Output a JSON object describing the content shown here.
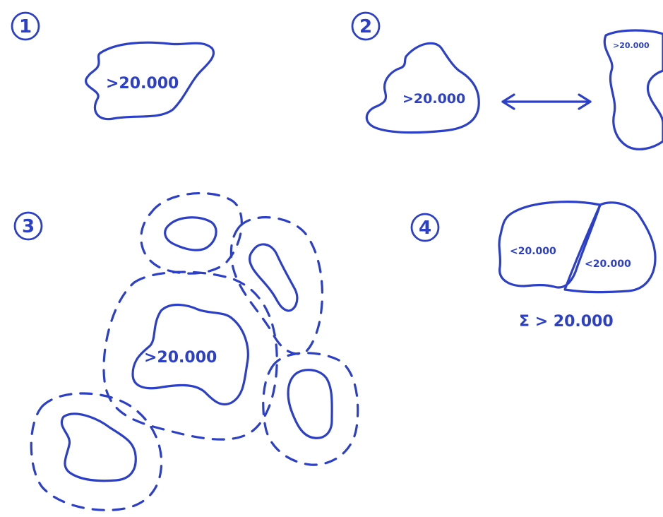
{
  "scenarios": [
    {
      "number": "1",
      "regions": [
        {
          "label": ">20.000"
        }
      ]
    },
    {
      "number": "2",
      "regions": [
        {
          "label": ">20.000"
        },
        {
          "label": ">20.000"
        }
      ],
      "connector": "double-arrow"
    },
    {
      "number": "3",
      "regions": [
        {
          "label": ""
        },
        {
          "label": ""
        },
        {
          "label": ">20.000"
        },
        {
          "label": ""
        },
        {
          "label": ""
        }
      ],
      "buffer_style": "dashed"
    },
    {
      "number": "4",
      "regions": [
        {
          "label": "<20.000"
        },
        {
          "label": "<20.000"
        }
      ],
      "sum_label": "Σ > 20.000"
    }
  ],
  "ink_color": "#2b3fc9"
}
